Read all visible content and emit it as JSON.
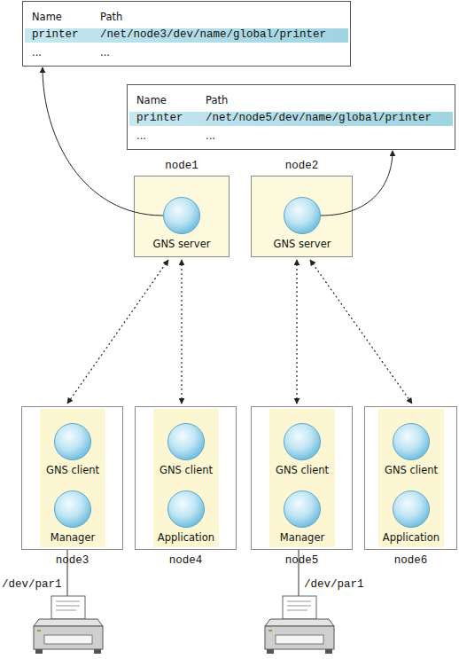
{
  "diagram": {
    "nodes": [
      {
        "text": [
          "Name",
          "Path",
          "printer",
          "/net/node3/dev/name/global/printer",
          "...",
          "..."
        ]
      },
      {
        "text": [
          "Name",
          "Path",
          "printer",
          "/net/node5/dev/name/global/printer",
          "...",
          "..."
        ]
      },
      {
        "text": [
          "node1"
        ]
      },
      {
        "text": [
          "GNS server"
        ],
        "in": 2
      },
      {
        "text": [
          "node2"
        ]
      },
      {
        "text": [
          "GNS server"
        ],
        "in": 4
      },
      {
        "text": [
          "node3"
        ]
      },
      {
        "text": [
          "GNS client"
        ],
        "in": 6
      },
      {
        "text": [
          "Manager"
        ],
        "in": 6
      },
      {
        "text": [
          "node4"
        ]
      },
      {
        "text": [
          "GNS client"
        ],
        "in": 9
      },
      {
        "text": [
          "Application"
        ],
        "in": 9
      },
      {
        "text": [
          "node5"
        ]
      },
      {
        "text": [
          "GNS client"
        ],
        "in": 12
      },
      {
        "text": [
          "Manager"
        ],
        "in": 12
      },
      {
        "text": [
          "node6"
        ]
      },
      {
        "text": [
          "GNS client"
        ],
        "in": 15
      },
      {
        "text": [
          "Application"
        ],
        "in": 15
      }
    ],
    "edges": [
      {
        "from": 3,
        "to": 0,
        "arrow": "to"
      },
      {
        "from": 5,
        "to": 1,
        "arrow": "to"
      },
      {
        "from": 2,
        "to": 6,
        "arrow": "both"
      },
      {
        "from": 2,
        "to": 9,
        "arrow": "both"
      },
      {
        "from": 4,
        "to": 12,
        "arrow": "both"
      },
      {
        "from": 4,
        "to": 15,
        "arrow": "both"
      }
    ],
    "labels": [
      "/dev/par1",
      "/dev/par1"
    ]
  }
}
